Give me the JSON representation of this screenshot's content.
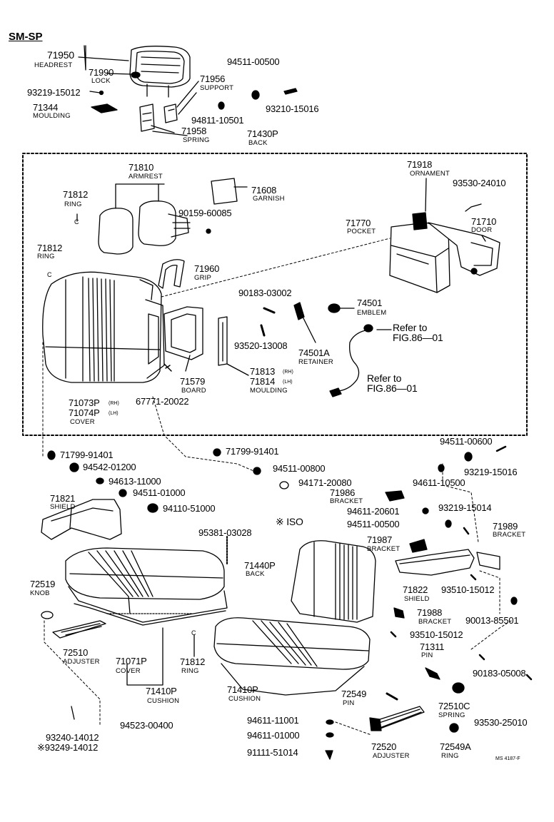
{
  "header": {
    "model": "SM-SP",
    "iso_label": "※ ISO"
  },
  "footer": {
    "figure_code": "MS 4187-F"
  },
  "parts": {
    "p71950": "71950",
    "p71950_name": "HEADREST",
    "p71990": "71990",
    "p71990_name": "LOCK",
    "p93219_15012": "93219-15012",
    "p71956": "71956",
    "p71956_name": "SUPPORT",
    "p94511_00500_top": "94511-00500",
    "p71344": "71344",
    "p71344_name": "MOULDING",
    "p94811_10501": "94811-10501",
    "p93210_15016": "93210-15016",
    "p71958": "71958",
    "p71958_name": "SPRING",
    "p71430P": "71430P",
    "p71430P_name": "BACK",
    "p71810": "71810",
    "p71810_name": "ARMREST",
    "p71918": "71918",
    "p71918_name": "ORNAMENT",
    "p93530_24010": "93530-24010",
    "p71812_a": "71812",
    "p71812_a_name": "RING",
    "p71608": "71608",
    "p71608_name": "GARNISH",
    "p90159_60085": "90159-60085",
    "p71770": "71770",
    "p71770_name": "POCKET",
    "p71710": "71710",
    "p71710_name": "DOOR",
    "p71812_b": "71812",
    "p71812_b_name": "RING",
    "p71960": "71960",
    "p71960_name": "GRIP",
    "p90183_03002": "90183-03002",
    "p74501": "74501",
    "p74501_name": "EMBLEM",
    "ref1": "Refer to",
    "ref1_fig": "FIG.86—01",
    "p93520_13008": "93520-13008",
    "p74501A": "74501A",
    "p74501A_name": "RETAINER",
    "ref2": "Refer to",
    "ref2_fig": "FIG.86—01",
    "p71813": "71813",
    "p71813_side": "(RH)",
    "p71814": "71814",
    "p71814_side": "(LH)",
    "p71814_name": "MOULDING",
    "p71579": "71579",
    "p71579_name": "BOARD",
    "p71073P": "71073P",
    "p71073P_side": "(RH)",
    "p71074P": "71074P",
    "p71074P_side": "(LH)",
    "p71074P_name": "COVER",
    "p67771_20022": "67771-20022",
    "p94511_00600": "94511-00600",
    "p71799_91401_a": "71799-91401",
    "p71799_91401_b": "71799-91401",
    "p93219_15016": "93219-15016",
    "p94542_01200": "94542-01200",
    "p94511_00800": "94511-00800",
    "p94611_10500": "94611-10500",
    "p94613_11000": "94613-11000",
    "p94171_20080": "94171-20080",
    "p94511_01000": "94511-01000",
    "p71986": "71986",
    "p71986_name": "BRACKET",
    "p71821": "71821",
    "p71821_name": "SHIELD",
    "p94110_51000": "94110-51000",
    "p94611_20601": "94611-20601",
    "p93219_15014": "93219-15014",
    "p94511_00500_mid": "94511-00500",
    "p71989": "71989",
    "p71989_name": "BRACKET",
    "p95381_03028": "95381-03028",
    "p71987": "71987",
    "p71987_name": "BRACKET",
    "p71440P": "71440P",
    "p71440P_name": "BACK",
    "p72519": "72519",
    "p72519_name": "KNOB",
    "p71822": "71822",
    "p71822_name": "SHIELD",
    "p93510_15012_a": "93510-15012",
    "p71988": "71988",
    "p71988_name": "BRACKET",
    "p90013_85501": "90013-85501",
    "p93510_15012_b": "93510-15012",
    "p72510": "72510",
    "p72510_name": "ADJUSTER",
    "p71071P": "71071P",
    "p71071P_name": "COVER",
    "p71812_c": "71812",
    "p71812_c_name": "RING",
    "p71311": "71311",
    "p71311_name": "PIN",
    "p90183_05008": "90183-05008",
    "p71410P_a": "71410P",
    "p71410P_a_name": "CUSHION",
    "p71410P_b": "71410P",
    "p71410P_b_name": "CUSHION",
    "p72549": "72549",
    "p72549_name": "PIN",
    "p72510C": "72510C",
    "p72510C_name": "SPRING",
    "p93530_25010": "93530-25010",
    "p94611_11001": "94611-11001",
    "p94523_00400": "94523-00400",
    "p94611_01000": "94611-01000",
    "p93240_14012": "93240-14012",
    "p93249_14012": "※93249-14012",
    "p91111_51014": "91111-51014",
    "p72520": "72520",
    "p72520_name": "ADJUSTER",
    "p72549A": "72549A",
    "p72549A_name": "RING"
  }
}
